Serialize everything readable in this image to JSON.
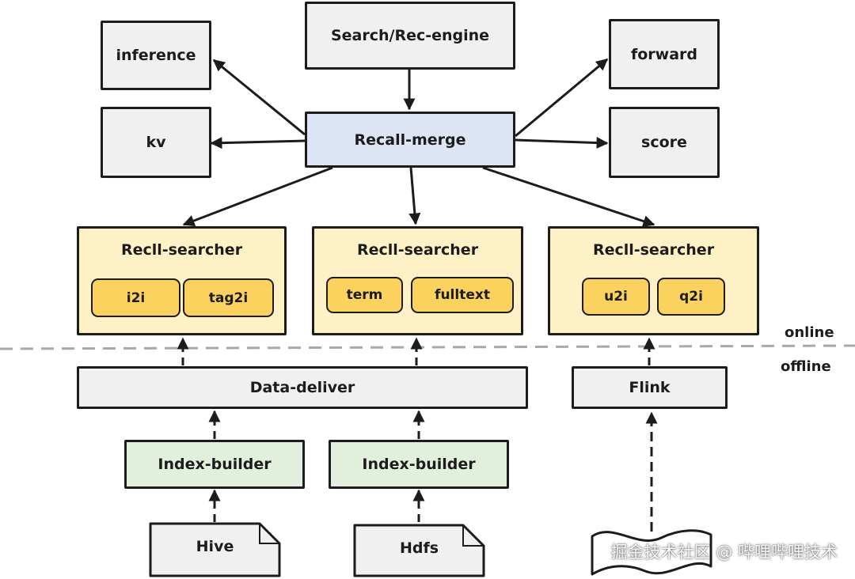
{
  "nodes": {
    "search_rec_engine": "Search/Rec-engine",
    "inference": "inference",
    "kv": "kv",
    "recall_merge": "Recall-merge",
    "forward": "forward",
    "score": "score",
    "data_deliver": "Data-deliver",
    "flink": "Flink",
    "index_builder_1": "Index-builder",
    "index_builder_2": "Index-builder",
    "hive": "Hive",
    "hdfs": "Hdfs"
  },
  "searchers": [
    {
      "title": "Recll-searcher",
      "chips": [
        "i2i",
        "tag2i"
      ]
    },
    {
      "title": "Recll-searcher",
      "chips": [
        "term",
        "fulltext"
      ]
    },
    {
      "title": "Recll-searcher",
      "chips": [
        "u2i",
        "q2i"
      ]
    }
  ],
  "divider": {
    "online": "online",
    "offline": "offline"
  },
  "watermark": "掘金技术社区 @ 哔哩哔哩技术"
}
